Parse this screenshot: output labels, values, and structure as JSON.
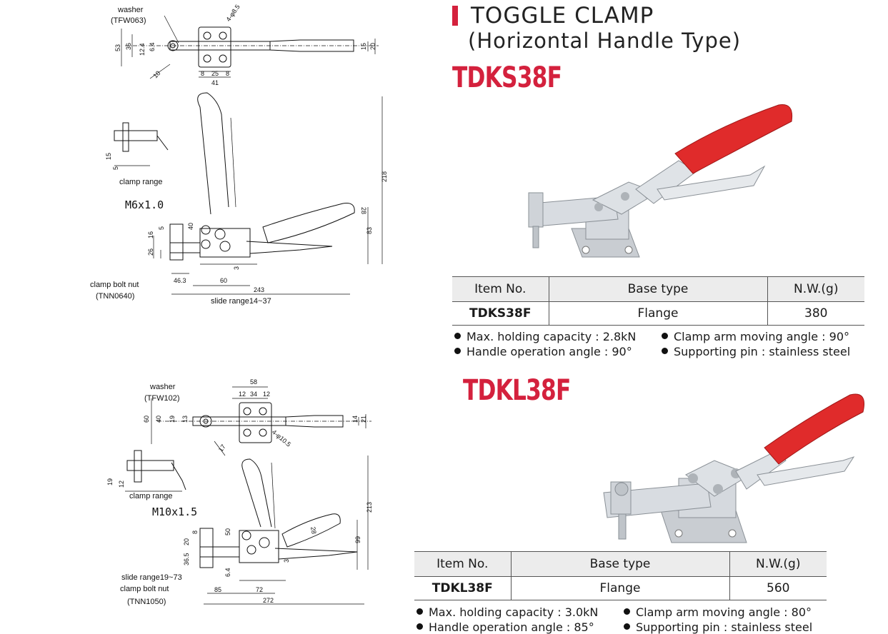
{
  "header": {
    "title_line1": "TOGGLE CLAMP",
    "title_line2": "(Horizontal Handle Type)",
    "accent_color": "#d4213d"
  },
  "products": [
    {
      "model": "TDKS38F",
      "table": {
        "headers": [
          "Item No.",
          "Base type",
          "N.W.(g)"
        ],
        "row": [
          "TDKS38F",
          "Flange",
          "380"
        ]
      },
      "features": [
        "Max. holding capacity : 2.8kN",
        "Clamp arm moving angle : 90°",
        "Handle operation angle : 90°",
        "Supporting pin : stainless steel"
      ],
      "drawing": {
        "washer_label": "washer",
        "washer_code": "(TFW063)",
        "thread": "M6x1.0",
        "clamp_range_label": "clamp range",
        "nut_label": "clamp bolt nut",
        "nut_code": "(TNN0640)",
        "slide_range": "slide range14~37",
        "dims": {
          "holes": "4-φ8.5",
          "d53": "53",
          "d36": "36",
          "d12_4": "12.4",
          "d6_4": "6.4",
          "d10": "10",
          "d8a": "8",
          "d25": "25",
          "d8b": "8",
          "d41": "41",
          "d15": "15",
          "d20": "20",
          "d218": "218",
          "d15b": "15",
          "d5": "5",
          "d28": "28",
          "d83": "83",
          "d5b": "5",
          "d16": "16",
          "d40": "40",
          "d26": "26",
          "d3": "3",
          "d46_3": "46.3",
          "d60": "60",
          "d243": "243"
        }
      }
    },
    {
      "model": "TDKL38F",
      "table": {
        "headers": [
          "Item No.",
          "Base type",
          "N.W.(g)"
        ],
        "row": [
          "TDKL38F",
          "Flange",
          "560"
        ]
      },
      "features": [
        "Max. holding capacity : 3.0kN",
        "Clamp arm moving angle : 80°",
        "Handle operation angle : 85°",
        "Supporting pin : stainless steel"
      ],
      "drawing": {
        "washer_label": "washer",
        "washer_code": "(TFW102)",
        "thread": "M10x1.5",
        "clamp_range_label": "clamp range",
        "nut_label": "clamp bolt nut",
        "nut_code": "(TNN1050)",
        "slide_range": "slide range19~73",
        "dims": {
          "d58": "58",
          "d12a": "12",
          "d34": "34",
          "d12b": "12",
          "d60": "60",
          "d40": "40",
          "d19": "19",
          "d13": "13",
          "d14": "14",
          "d21": "21",
          "holes": "4-φ10.5",
          "d17": "17",
          "d19b": "19",
          "d12": "12",
          "d213": "213",
          "d28": "28",
          "d99": "99",
          "d8": "8",
          "d50": "50",
          "d20": "20",
          "d36_5": "36.5",
          "d6_4": "6.4",
          "d3": "3",
          "d85": "85",
          "d72": "72",
          "d272": "272"
        }
      }
    }
  ]
}
